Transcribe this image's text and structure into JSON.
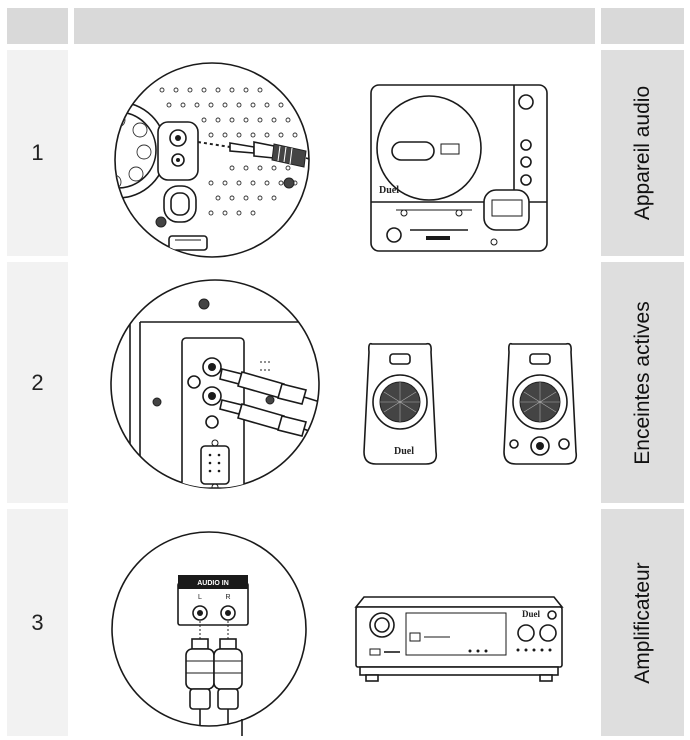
{
  "rows": [
    {
      "number": "1",
      "label": "Appareil audio",
      "diagram": "cd-player-connection"
    },
    {
      "number": "2",
      "label": "Enceintes actives",
      "diagram": "active-speakers-connection"
    },
    {
      "number": "3",
      "label": "Amplificateur",
      "diagram": "amplifier-connection"
    }
  ],
  "diagram_text": {
    "brand": "Duel",
    "audio_in": "AUDIO IN",
    "left": "L",
    "right": "R"
  }
}
